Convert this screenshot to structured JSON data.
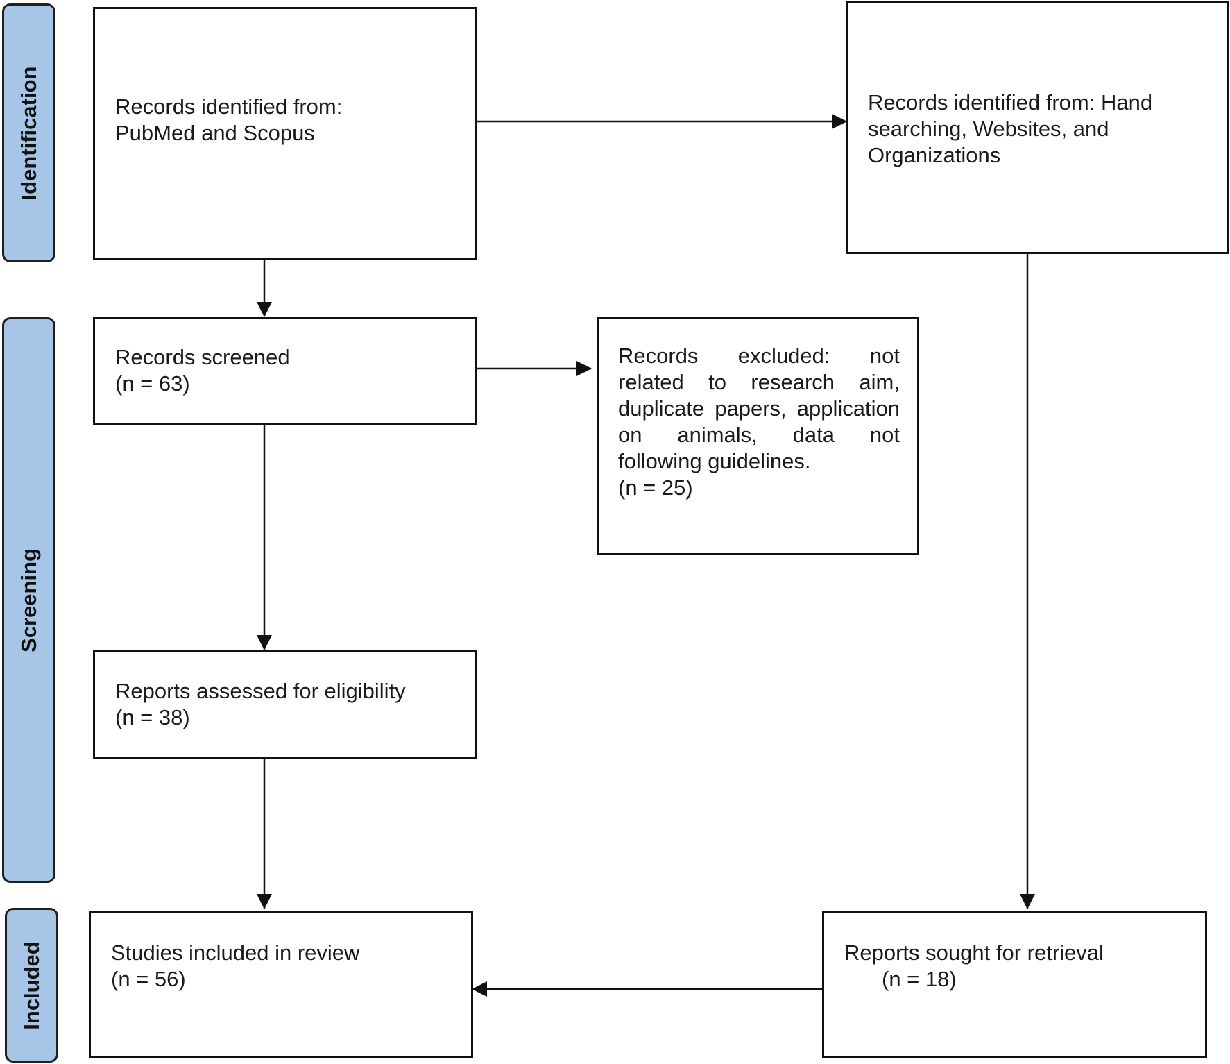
{
  "phases": {
    "identification": "Identification",
    "screening": "Screening",
    "included": "Included"
  },
  "boxes": {
    "db_records": "Records identified from: PubMed and Scopus",
    "other_records": "Records identified from: Hand searching, Websites, and Organizations",
    "screened_title": "Records screened",
    "screened_n": "(n = 63)",
    "excluded_text": "Records excluded: not related to research aim, duplicate papers, application on animals, data not following guidelines.",
    "excluded_n": "(n = 25)",
    "eligibility_title": "Reports assessed for eligibility",
    "eligibility_n": "(n = 38)",
    "included_title": "Studies included in review",
    "included_n": "(n = 56)",
    "retrieval_title": "Reports sought for retrieval",
    "retrieval_n": "(n = 18)"
  },
  "colors": {
    "phase_fill": "#a7c5e6",
    "line": "#111111"
  }
}
